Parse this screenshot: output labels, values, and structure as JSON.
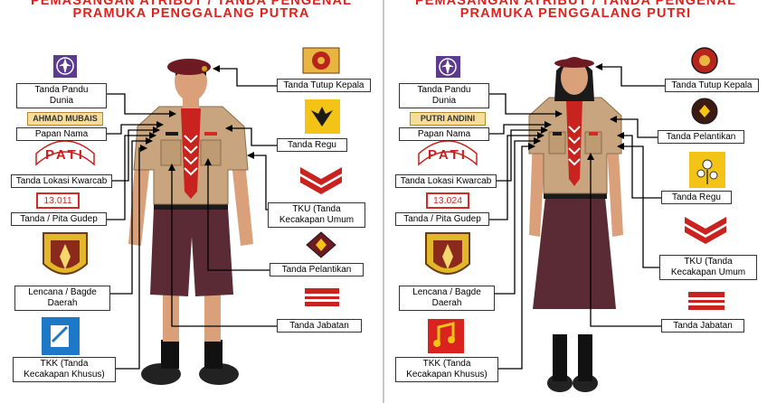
{
  "left": {
    "title_line1": "PEMASANGAN ATRIBUT / TANDA PENGENAL",
    "title_line2": "PRAMUKA PENGGALANG PUTRA",
    "name_tag": "AHMAD MUBAIS",
    "pati": "PATI",
    "gudep_number": "13.011",
    "labels": {
      "pandu": "Tanda Pandu\nDunia",
      "papan": "Papan Nama",
      "lokasi": "Tanda Lokasi Kwarcab",
      "pita": "Tanda / Pita Gudep",
      "lencana": "Lencana / Bagde\nDaerah",
      "tkk": "TKK (Tanda\nKecakapan Khusus)",
      "tutup": "Tanda Tutup Kepala",
      "regu": "Tanda Regu",
      "tku": "TKU (Tanda\nKecakapan Umum",
      "pelantikan": "Tanda Pelantikan",
      "jabatan": "Tanda Jabatan"
    }
  },
  "right": {
    "title_line1": "PEMASANGAN ATRIBUT / TANDA PENGENAL",
    "title_line2": "PRAMUKA PENGGALANG PUTRI",
    "name_tag": "PUTRI ANDINI",
    "pati": "PATI",
    "gudep_number": "13.024",
    "labels": {
      "pandu": "Tanda Pandu\nDunia",
      "papan": "Papan Nama",
      "lokasi": "Tanda Lokasi Kwarcab",
      "pita": "Tanda / Pita Gudep",
      "lencana": "Lencana / Bagde\nDaerah",
      "tkk": "TKK (Tanda\nKecakapan Khusus)",
      "tutup": "Tanda Tutup Kepala",
      "pelantikan": "Tanda Pelantikan",
      "regu": "Tanda Regu",
      "tku": "TKU (Tanda\nKecakapan Umum",
      "jabatan": "Tanda Jabatan"
    }
  },
  "colors": {
    "title_red": "#e0211d",
    "uniform_khaki": "#c8a57e",
    "trousers_maroon": "#5a2a35",
    "beret_maroon": "#6e1a22",
    "scarf_red": "#c8231e",
    "emblem_purple": "#5b3a8f",
    "badge_yellow": "#f3c316",
    "tkk_blue": "#1e78c8",
    "tkk_red": "#d8231e"
  },
  "icons": [
    "world-scout-emblem-icon",
    "beret-badge-icon",
    "eagle-regu-icon",
    "chevron-tku-icon",
    "pelantikan-badge-icon",
    "jabatan-stripe-icon",
    "daerah-shield-icon",
    "tkk-skill-icon"
  ]
}
